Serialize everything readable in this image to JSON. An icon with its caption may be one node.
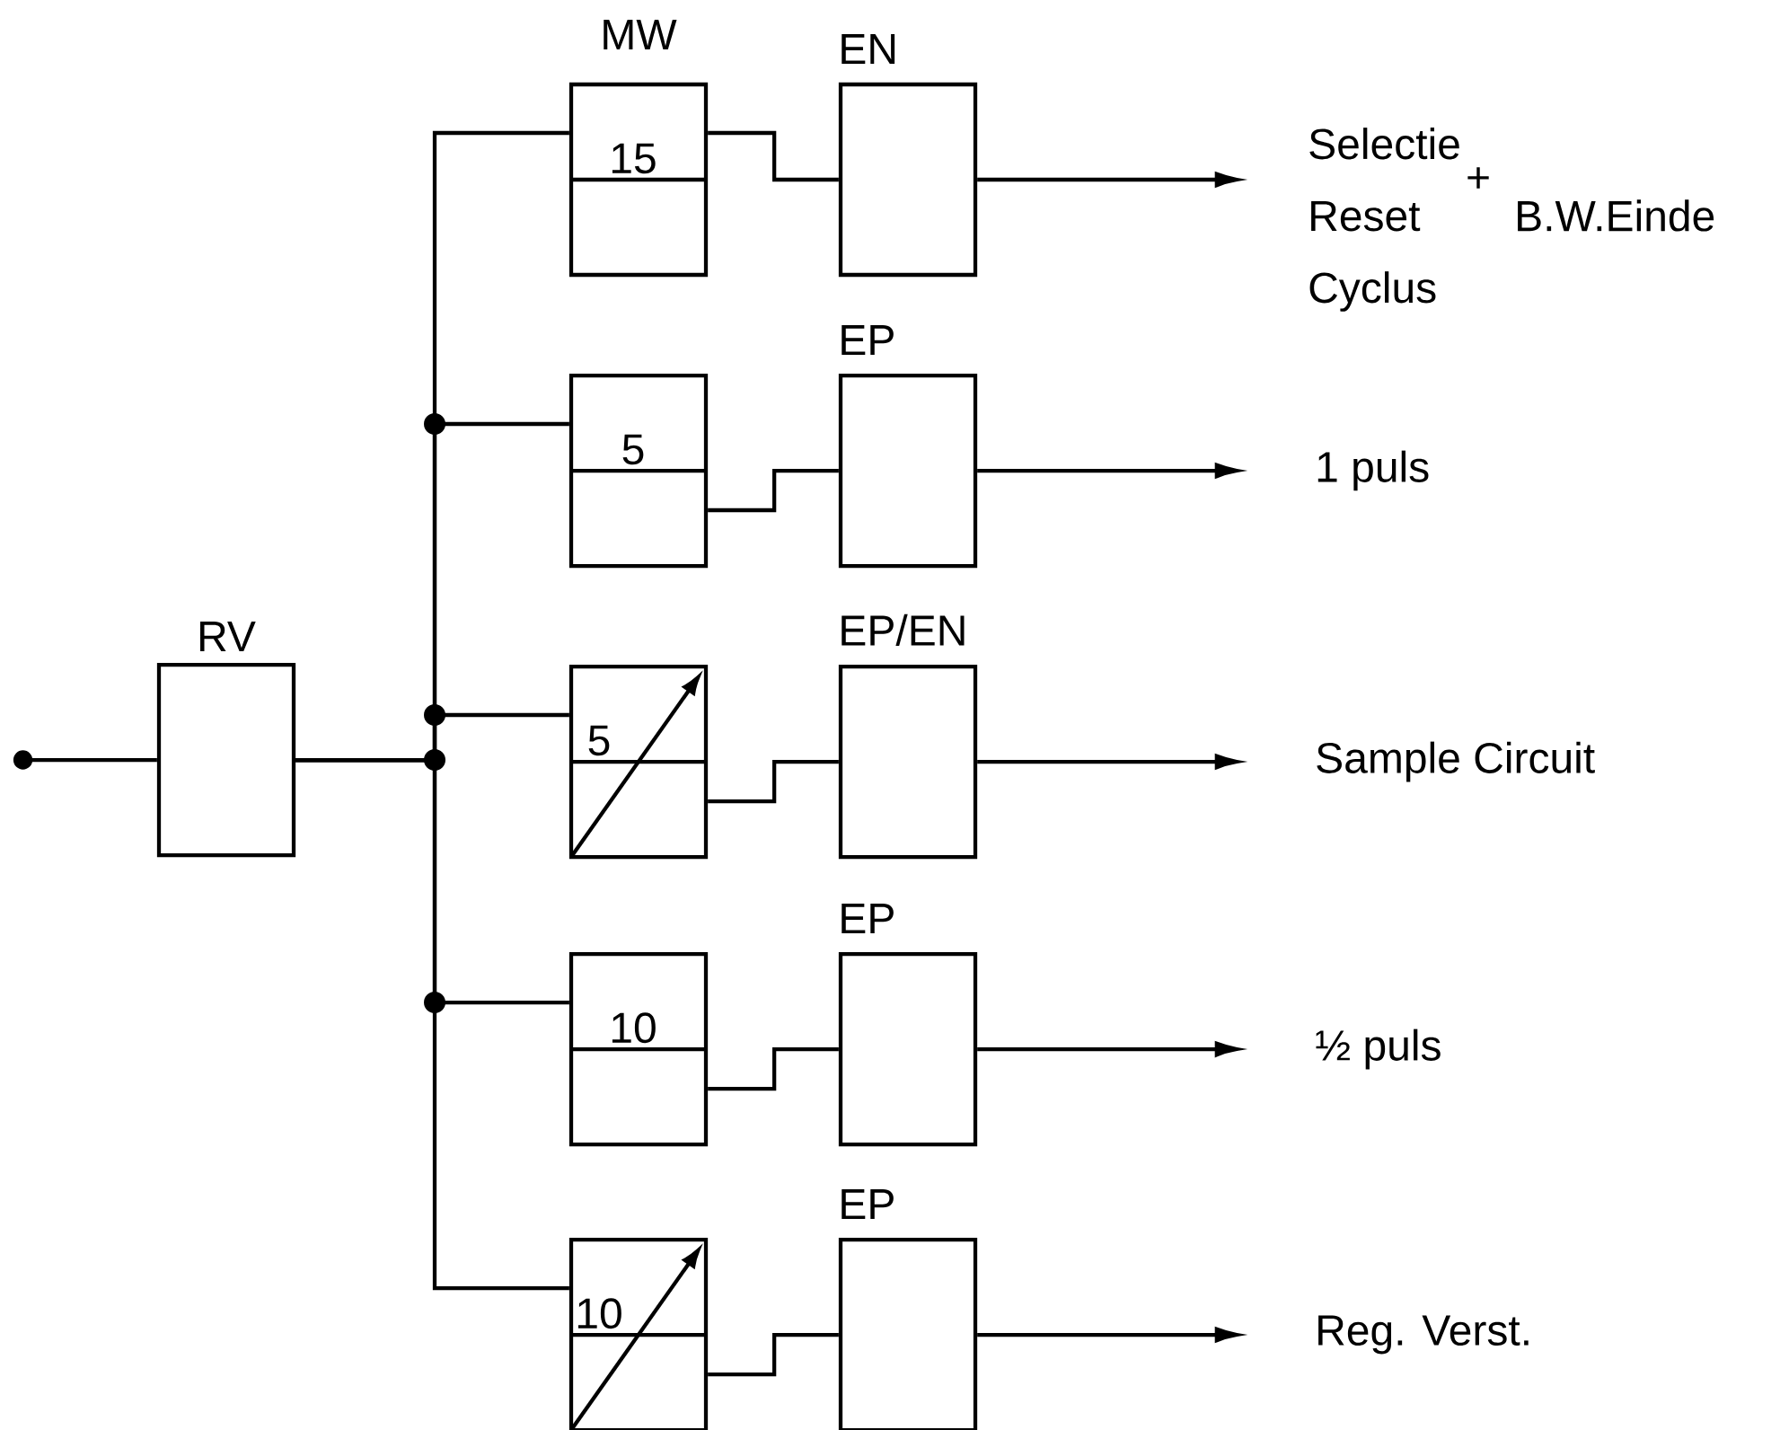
{
  "diagram": {
    "nodes": [
      {
        "text": [
          "RV"
        ]
      },
      {
        "text": [
          "MW",
          "15"
        ]
      },
      {
        "text": [
          "5"
        ]
      },
      {
        "text": [
          "5"
        ]
      },
      {
        "text": [
          "10"
        ]
      },
      {
        "text": [
          "10"
        ]
      },
      {
        "text": [
          "EN"
        ]
      },
      {
        "text": [
          "EP"
        ]
      },
      {
        "text": [
          "EP/EN"
        ]
      },
      {
        "text": [
          "EP"
        ]
      },
      {
        "text": [
          "EP"
        ]
      },
      {
        "text": [
          "Selectie",
          "Reset",
          "Cyclus"
        ],
        "beside": [
          "+",
          "B.W.Einde"
        ]
      },
      {
        "text": [
          "1 puls"
        ]
      },
      {
        "text": [
          "Sample Circuit"
        ]
      },
      {
        "text": [
          "½ puls"
        ]
      },
      {
        "text": [
          "Reg. Verst."
        ]
      }
    ],
    "edges": [
      {
        "from": null,
        "to": 0,
        "arrow": "other"
      },
      {
        "from": 0,
        "to": 1,
        "arrow": "none"
      },
      {
        "from": 0,
        "to": 2,
        "arrow": "none"
      },
      {
        "from": 0,
        "to": 3,
        "arrow": "none"
      },
      {
        "from": 0,
        "to": 4,
        "arrow": "none"
      },
      {
        "from": 0,
        "to": 5,
        "arrow": "none"
      },
      {
        "from": 1,
        "to": 6,
        "arrow": "none"
      },
      {
        "from": 2,
        "to": 7,
        "arrow": "none"
      },
      {
        "from": 3,
        "to": 8,
        "arrow": "none"
      },
      {
        "from": 4,
        "to": 9,
        "arrow": "none"
      },
      {
        "from": 5,
        "to": 10,
        "arrow": "none"
      },
      {
        "from": 6,
        "to": 11,
        "arrow": "to"
      },
      {
        "from": 7,
        "to": 12,
        "arrow": "to"
      },
      {
        "from": 8,
        "to": 13,
        "arrow": "to"
      },
      {
        "from": 9,
        "to": 14,
        "arrow": "to"
      },
      {
        "from": 10,
        "to": 15,
        "arrow": "to"
      }
    ]
  }
}
